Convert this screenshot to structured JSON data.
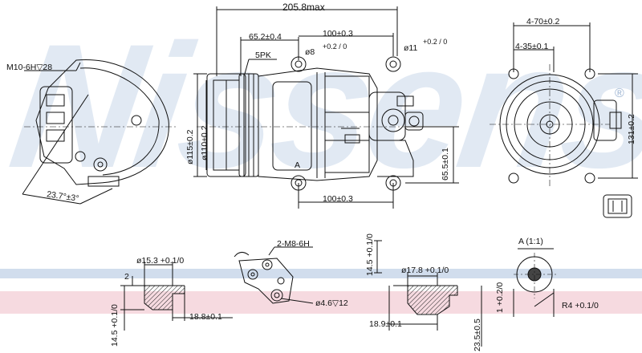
{
  "watermark": {
    "brand": "Nissens",
    "registered": "®"
  },
  "dims": {
    "total_length": "205.8max",
    "pulley_offset": "65.2±0.4",
    "hole_spacing_top": "100±0.3",
    "hole_spacing_bottom": "100±0.3",
    "belt": "5PK",
    "hole_dia_left": "ø8",
    "hole_dia_right": "ø11",
    "hole_tol": "+0.2 / 0",
    "pulley_dia": "ø115±0.2",
    "pulley_dia_inner": "ø110±0.2",
    "height_65": "65.5±0.1",
    "width_70": "4-70±0.2",
    "width_35": "4-35±0.1",
    "height_131": "131±0.2",
    "thread": "M10-6H▽28",
    "angle": "23.7°±3°",
    "section_a": "A",
    "section_a_label": "A (1:1)",
    "thread_2": "2-M8-6H",
    "hole_46": "ø4.6▽12",
    "d153": "ø15.3 +0.1/0",
    "d2": "2",
    "d145_left": "14.5 +0.1/0",
    "d188": "18.8±0.1",
    "d145_right": "14.5 +0.1/0",
    "d178": "ø17.8 +0.1/0",
    "d189": "18.9±0.1",
    "d235": "23.5±0.5",
    "d1": "1 +0.2/0",
    "r4": "R4 +0.1/0"
  }
}
